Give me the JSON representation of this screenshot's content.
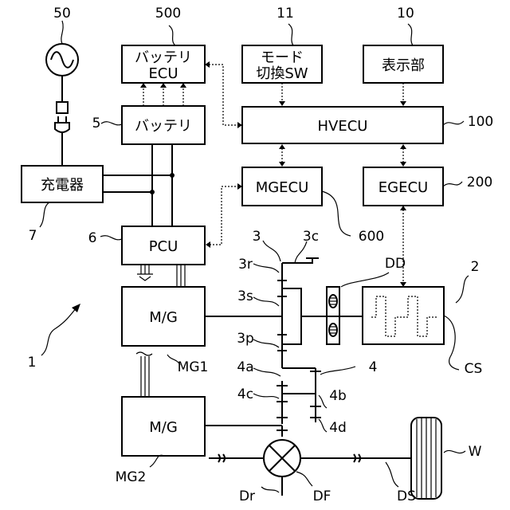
{
  "blocks": {
    "battery_ecu": [
      "バッテリ",
      "ECU"
    ],
    "mode_sw": [
      "モード",
      "切換SW"
    ],
    "display": "表示部",
    "battery": "バッテリ",
    "hvecu": "HVECU",
    "charger": "充電器",
    "mgecu": "MGECU",
    "egecu": "EGECU",
    "pcu": "PCU",
    "mg1_box": "M/G",
    "mg2_box": "M/G"
  },
  "refs": {
    "r50": "50",
    "r500": "500",
    "r11": "11",
    "r10": "10",
    "r5": "5",
    "r100": "100",
    "r7": "7",
    "r200": "200",
    "r600": "600",
    "r6": "6",
    "r3": "3",
    "r3c": "3c",
    "r2": "2",
    "r3r": "3r",
    "rDD": "DD",
    "r3s": "3s",
    "r1": "1",
    "r3p": "3p",
    "rMG1": "MG1",
    "r4a": "4a",
    "r4": "4",
    "rCS": "CS",
    "r4c": "4c",
    "r4b": "4b",
    "r4d": "4d",
    "rW": "W",
    "rMG2": "MG2",
    "rDr": "Dr",
    "rDF": "DF",
    "rDS": "DS"
  }
}
